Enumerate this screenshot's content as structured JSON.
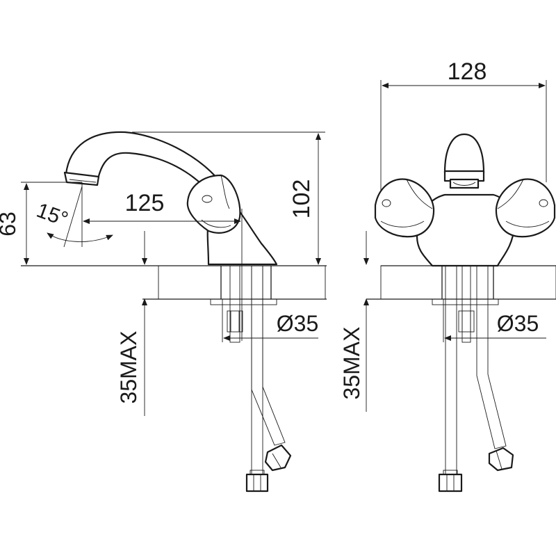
{
  "dimensions": {
    "spout_reach": "125",
    "total_height": "102",
    "spout_height": "63",
    "spout_angle": "15°",
    "handle_span": "128",
    "hole_diameter_side": "Ø35",
    "hole_diameter_front": "Ø35",
    "max_thickness_side": "35MAX",
    "max_thickness_front": "35MAX"
  },
  "colors": {
    "line": "#1a1a1a",
    "background": "#ffffff"
  }
}
